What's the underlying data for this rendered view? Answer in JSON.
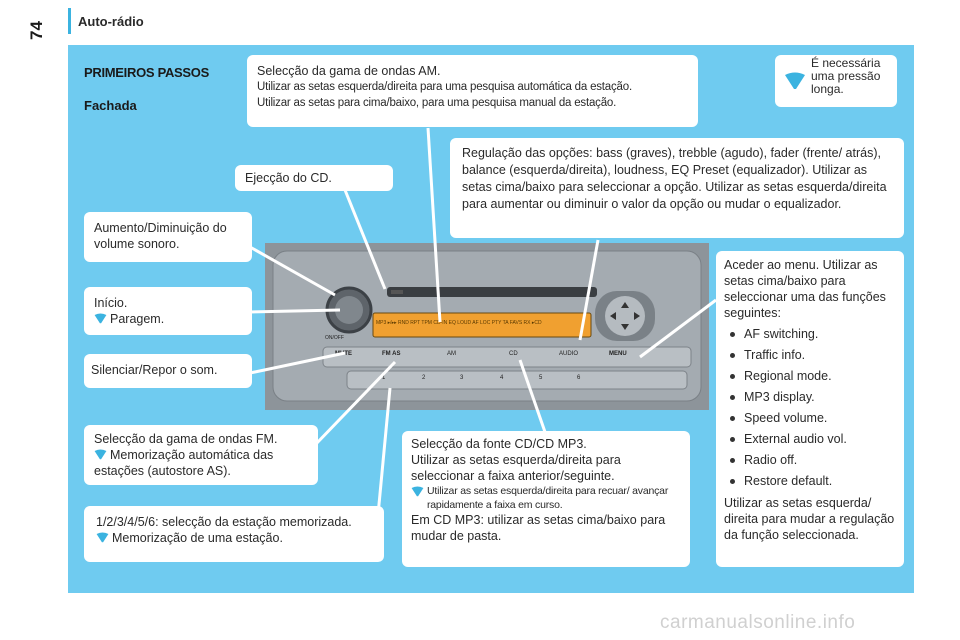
{
  "page": {
    "number": "74",
    "section": "Auto-rádio"
  },
  "heading": {
    "title": "PRIMEIROS PASSOS",
    "subtitle": "Fachada"
  },
  "note": {
    "text": "É necessária uma pressão longa."
  },
  "callouts": {
    "am": {
      "line1": "Selecção da gama de ondas AM.",
      "line2": "Utilizar as setas esquerda/direita para uma pesquisa automática da estação.",
      "line3": "Utilizar as setas para cima/baixo, para uma pesquisa manual da estação."
    },
    "eject": {
      "text": "Ejecção do CD."
    },
    "volume": {
      "text": "Aumento/Diminuição do volume sonoro."
    },
    "start": {
      "line1": "Início.",
      "line2": "Paragem."
    },
    "mute": {
      "text": "Silenciar/Repor o som."
    },
    "fm": {
      "line1": "Selecção da gama de ondas FM.",
      "line2": "Memorização automática das estações (autostore AS)."
    },
    "presets": {
      "line1": "1/2/3/4/5/6: selecção da estação memorizada.",
      "line2": "Memorização de uma estação."
    },
    "audio": {
      "text": "Regulação das opções: bass (graves), trebble (agudo), fader (frente/ atrás), balance (esquerda/direita), loudness, EQ Preset (equalizador). Utilizar as setas cima/baixo para seleccionar a opção. Utilizar as setas esquerda/direita para aumentar ou diminuir o valor da opção ou mudar o equalizador."
    },
    "cd": {
      "line1": "Selecção da fonte CD/CD MP3.",
      "line2": "Utilizar as setas esquerda/direita para seleccionar a faixa anterior/seguinte.",
      "tip": "Utilizar as setas esquerda/direita para recuar/ avançar rapidamente a faixa em curso.",
      "line3": "Em CD MP3: utilizar as setas cima/baixo para mudar de pasta."
    },
    "menu": {
      "intro": "Aceder ao menu. Utilizar as setas cima/baixo para seleccionar uma das funções seguintes:",
      "items": [
        "AF switching.",
        "Traffic info.",
        "Regional mode.",
        "MP3 display.",
        "Speed volume.",
        "External audio vol.",
        "Radio off.",
        "Restore default."
      ],
      "outro": "Utilizar as setas esquerda/ direita para mudar a regulação da função seleccionada."
    }
  },
  "radio": {
    "display": "MP3  ▸/▸▸  RND  RPT  TPM  CD-IN  EQ  LOUD  AF  LOC  PTY  TA  FAVS  RX  ▸CD",
    "buttons": [
      "MUTE",
      "FM AS",
      "AM",
      "CD",
      "AUDIO",
      "MENU"
    ],
    "on_off": "ON/OFF",
    "presets": [
      "1",
      "2",
      "3",
      "4",
      "5",
      "6"
    ]
  },
  "watermark": "carmanualsonline.info",
  "colors": {
    "panel": "#6fcbf0",
    "accent": "#3bb3e0",
    "display": "#f0a030"
  }
}
